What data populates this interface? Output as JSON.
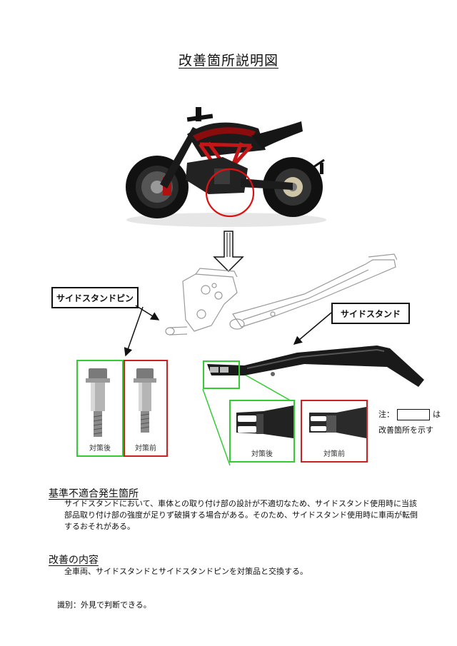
{
  "title": "改善箇所説明図",
  "callouts": {
    "pin": "サイドスタンドピン",
    "stand": "サイドスタンド"
  },
  "captions": {
    "after": "対策後",
    "before": "対策前"
  },
  "note": {
    "prefix": "注：",
    "suffix": "は",
    "line2": "改善箇所を示す"
  },
  "section1": {
    "heading": "基準不適合発生箇所",
    "body": "サイドスタンドにおいて、車体との取り付け部の設計が不適切なため、サイドスタンド使用時に当該部品取り付け部の強度が足りず破損する場合がある。そのため、サイドスタンド使用時に車両が転倒するおそれがある。"
  },
  "section2": {
    "heading": "改善の内容",
    "body": "全車両、サイドスタンドとサイドスタンドピンを対策品と交換する。"
  },
  "identification": "識別：外見で判断できる。",
  "colors": {
    "after_frame": "#33cc33",
    "before_frame": "#cc2222",
    "highlight_circle": "#dd1111",
    "bike_frame": "#c41616"
  }
}
